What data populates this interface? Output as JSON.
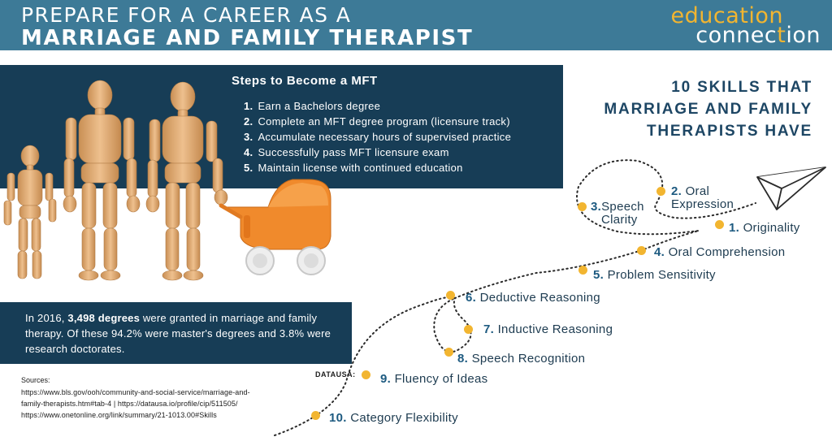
{
  "header": {
    "title_line1": "PREPARE FOR A CAREER AS A",
    "title_line2": "MARRIAGE AND FAMILY THERAPIST",
    "logo_part1": "education",
    "logo_part2a": "connec",
    "logo_part2b": "t",
    "logo_part2c": "ion"
  },
  "steps": {
    "title": "Steps to Become a MFT",
    "items": [
      {
        "num": "1.",
        "text": "Earn a Bachelors degree"
      },
      {
        "num": "2.",
        "text": "Complete an MFT degree program (licensure track)"
      },
      {
        "num": "3.",
        "text": "Accumulate necessary hours of supervised practice"
      },
      {
        "num": "4.",
        "text": "Successfully pass MFT licensure exam"
      },
      {
        "num": "5.",
        "text": "Maintain license with continued education"
      }
    ]
  },
  "stat": {
    "part1": "In 2016, ",
    "bold": "3,498 degrees",
    "part2": " were granted in marriage and family therapy. Of these 94.2% were master's degrees and 3.8% were research doctorates."
  },
  "sources": {
    "label": "Sources:",
    "line1": "https://www.bls.gov/ooh/community-and-social-service/marriage-and-",
    "line2": "family-therapists.htm#tab-4 | https://datausa.io/profile/cip/511505/",
    "line3": "https://www.onetonline.org/link/summary/21-1013.00#Skills"
  },
  "datausa_label": "DATAUSA:",
  "skills": {
    "title_line1": "10 SKILLS THAT",
    "title_line2": "MARRIAGE AND FAMILY",
    "title_line3": "THERAPISTS HAVE",
    "items": [
      {
        "num": "1.",
        "text": "Originality"
      },
      {
        "num": "2.",
        "text": "Oral"
      },
      {
        "num": "",
        "text": "Expression"
      },
      {
        "num": "3.",
        "text": "Speech"
      },
      {
        "num": "",
        "text": "Clarity"
      },
      {
        "num": "4.",
        "text": "Oral Comprehension"
      },
      {
        "num": "5.",
        "text": "Problem Sensitivity"
      },
      {
        "num": "6.",
        "text": "Deductive Reasoning"
      },
      {
        "num": "7.",
        "text": "Inductive Reasoning"
      },
      {
        "num": "8.",
        "text": "Speech Recognition"
      },
      {
        "num": "9.",
        "text": "Fluency of Ideas"
      },
      {
        "num": "10.",
        "text": "Category Flexibility"
      }
    ]
  },
  "colors": {
    "header": "#3d7a97",
    "navy": "#173d56",
    "accent": "#f2b530",
    "wood": "#d9a66e",
    "stroller": "#f08a2c"
  },
  "icons": [
    "paper-plane-icon",
    "wooden-family-figures",
    "toy-stroller"
  ]
}
